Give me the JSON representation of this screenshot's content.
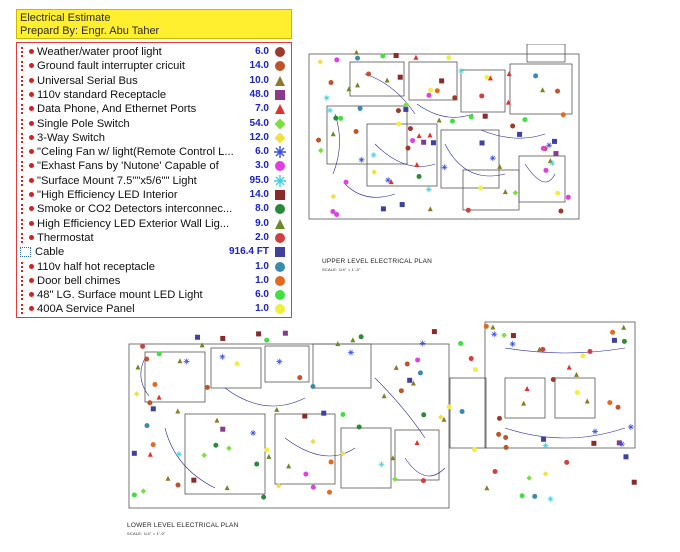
{
  "header": {
    "title": "Electrical Estimate",
    "prepared_by": "Prepard By: Engr. Abu Taher"
  },
  "legend": [
    {
      "label": "Weather/water proof light",
      "qty": "6.0",
      "color": "#9c3a2e",
      "shape": "circle"
    },
    {
      "label": "Ground fault interrupter cricuit",
      "qty": "14.0",
      "color": "#c0532e",
      "shape": "circle"
    },
    {
      "label": "Universal Serial Bus",
      "qty": "10.0",
      "color": "#8a7a2a",
      "shape": "triangle"
    },
    {
      "label": "110v standard Receptacle",
      "qty": "48.0",
      "color": "#8a3a8a",
      "shape": "square"
    },
    {
      "label": "Data Phone, And Ethernet Ports",
      "qty": "7.0",
      "color": "#e03030",
      "shape": "triangle"
    },
    {
      "label": "Single Pole Switch",
      "qty": "54.0",
      "color": "#7ae040",
      "shape": "diamond"
    },
    {
      "label": "3-Way Switch",
      "qty": "12.0",
      "color": "#f0e040",
      "shape": "diamond"
    },
    {
      "label": "\"Celing Fan w/ light(Remote Control L...",
      "qty": "6.0",
      "color": "#3a50e0",
      "shape": "plus"
    },
    {
      "label": "\"Exhast Fans by 'Nutone' Capable of",
      "qty": "3.0",
      "color": "#e040e0",
      "shape": "circle"
    },
    {
      "label": "\"Surface Mount 7.5\"\"x5/6\"\" Light",
      "qty": "95.0",
      "color": "#40d0e0",
      "shape": "plus"
    },
    {
      "label": "\"High Efficiency LED Interior",
      "qty": "14.0",
      "color": "#8a2a2a",
      "shape": "square"
    },
    {
      "label": "Smoke or CO2 Detectors interconnec...",
      "qty": "8.0",
      "color": "#2a8a3a",
      "shape": "circle"
    },
    {
      "label": "High Efficiency LED Exterior Wall Lig...",
      "qty": "9.0",
      "color": "#6a8a2a",
      "shape": "triangle"
    },
    {
      "label": "Thermostat",
      "qty": "2.0",
      "color": "#d04040",
      "shape": "circle"
    },
    {
      "label": "Cable",
      "qty": "916.4 FT",
      "color": "#4040a0",
      "shape": "cable-square"
    },
    {
      "label": "110v half hot receptacle",
      "qty": "1.0",
      "color": "#3a8ab0",
      "shape": "circle"
    },
    {
      "label": "Door bell chimes",
      "qty": "1.0",
      "color": "#e06a20",
      "shape": "circle"
    },
    {
      "label": "48\" LG. Surface mount LED Light",
      "qty": "6.0",
      "color": "#40e040",
      "shape": "circle"
    },
    {
      "label": "400A Service Panel",
      "qty": "1.0",
      "color": "#f0f040",
      "shape": "circle"
    }
  ],
  "plans": {
    "upper_title": "UPPER LEVEL ELECTRICAL PLAN",
    "lower_title": "LOWER LEVEL ELECTRICAL PLAN",
    "scale_note": "SCALE: 1/4\" = 1'-0\""
  }
}
